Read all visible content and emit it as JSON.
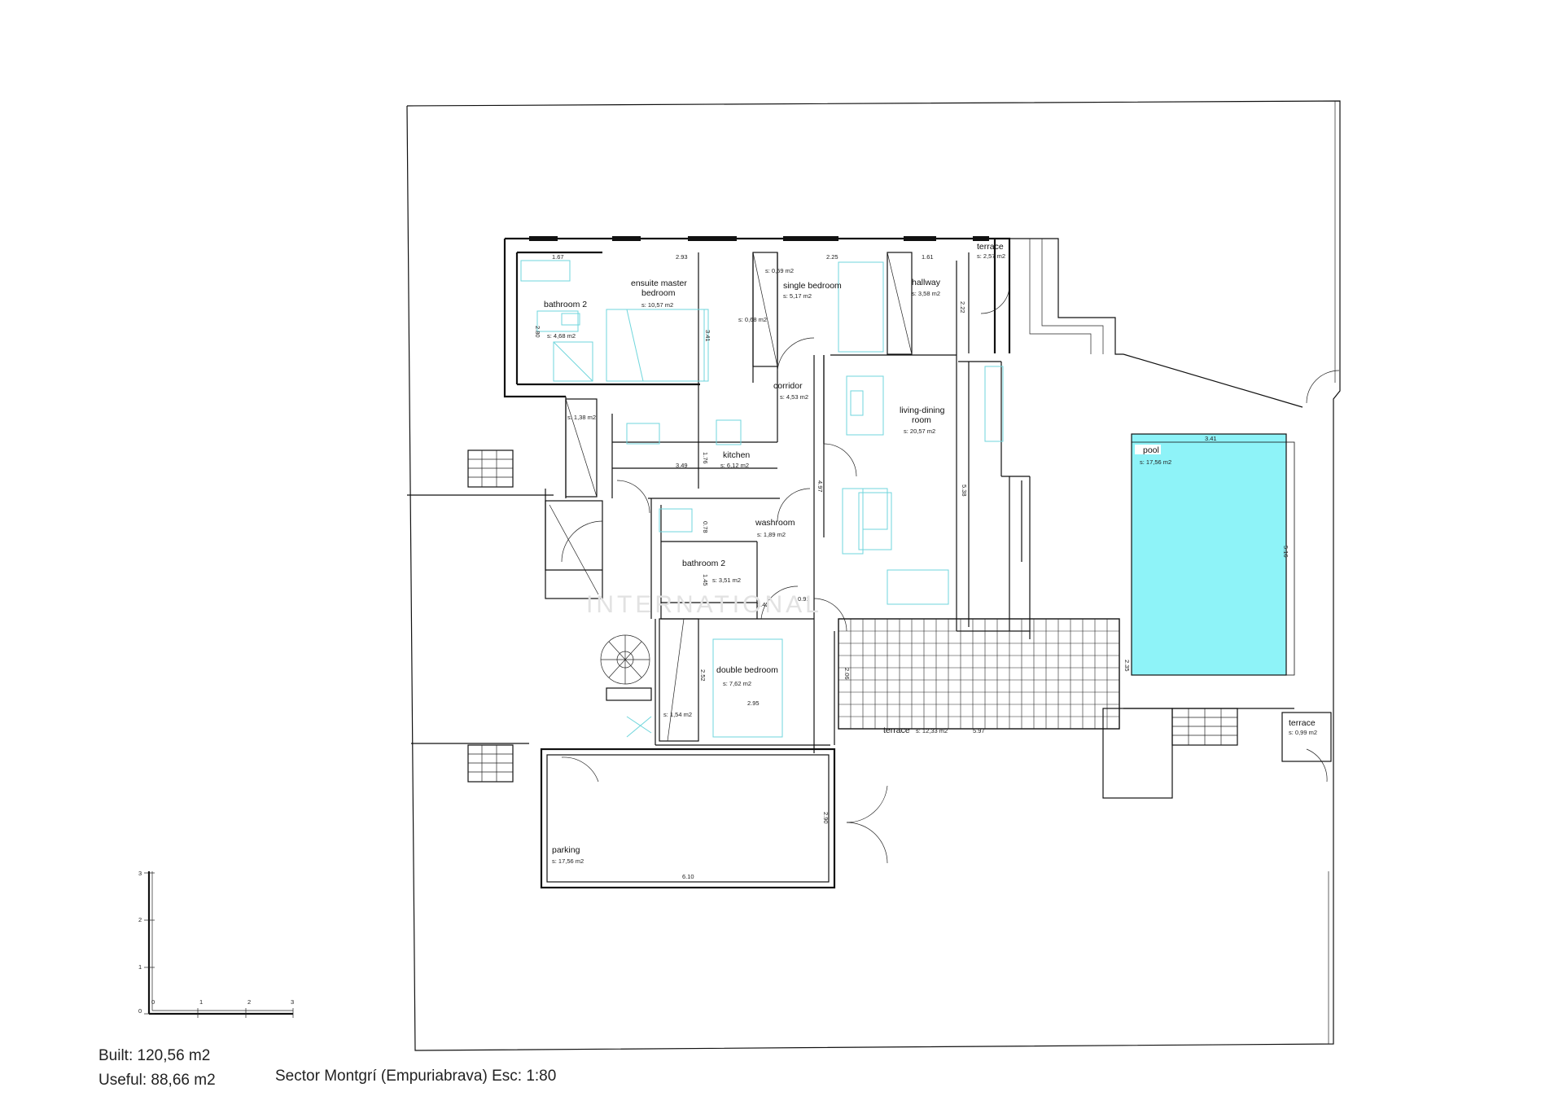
{
  "rooms": {
    "bathroom_a": {
      "name": "bathroom 2",
      "area": "s: 4,68 m2"
    },
    "master": {
      "name_line1": "ensuite master",
      "name_line2": "bedroom",
      "area": "s: 10,57 m2"
    },
    "single": {
      "name": "single bedroom",
      "area": "s: 5,17 m2"
    },
    "hallway": {
      "name": "hallway",
      "area": "s: 3,58 m2"
    },
    "terrace_top": {
      "name": "terrace",
      "area": "s: 2,57 m2"
    },
    "corridor": {
      "name": "corridor",
      "area": "s: 4,53 m2"
    },
    "living": {
      "name_line1": "living-dining",
      "name_line2": "room",
      "area": "s: 20,57 m2"
    },
    "kitchen": {
      "name": "kitchen",
      "area": "s: 6,12 m2"
    },
    "washroom": {
      "name": "washroom",
      "area": "s: 1,89 m2"
    },
    "bathroom_b": {
      "name": "bathroom 2",
      "area": "s: 3,51 m2"
    },
    "double": {
      "name": "double bedroom",
      "area": "s: 7,62 m2"
    },
    "terrace_main": {
      "name": "terrace",
      "area": "s: 12,33 m2"
    },
    "pool": {
      "name": "pool",
      "area": "s: 17,56 m2"
    },
    "terrace_small": {
      "name": "terrace",
      "area": "s: 0,99 m2"
    },
    "parking": {
      "name": "parking",
      "area": "s: 17,56 m2"
    },
    "closet_1": {
      "area": "s: 0,59 m2"
    },
    "closet_2": {
      "area": "s: 0,68 m2"
    },
    "store": {
      "area": "s: 1,38 m2"
    },
    "closet_3": {
      "area": "s: 1,54 m2"
    }
  },
  "dimensions": {
    "d_167": "1.67",
    "d_293": "2.93",
    "d_225": "2.25",
    "d_161": "1.61",
    "d_280": "2.80",
    "d_341a": "3.41",
    "d_222": "2.22",
    "d_349": "3.49",
    "d_176": "1.76",
    "d_078": "0.78",
    "d_145": "1.45",
    "d_242": "2.42",
    "d_091": "0.91",
    "d_497": "4.97",
    "d_538": "5.38",
    "d_341b": "3.41",
    "d_516": "5.16",
    "d_235": "2.35",
    "d_206": "2.06",
    "d_597": "5.97",
    "d_252": "2.52",
    "d_295": "2.95",
    "d_290": "2.90",
    "d_610": "6.10"
  },
  "scale_bar": {
    "x_ticks": [
      "0",
      "1",
      "2",
      "3"
    ],
    "y_ticks": [
      "0",
      "1",
      "2",
      "3"
    ]
  },
  "footer": {
    "built": "Built: 120,56 m2",
    "useful": "Useful: 88,66 m2",
    "location": "Sector Montgrí (Empuriabrava) Esc: 1:80"
  },
  "watermark": "INTERNATIONAL",
  "colors": {
    "pool": "#8ef3f8",
    "furniture": "#6fd6dc",
    "walls": "#111111"
  }
}
